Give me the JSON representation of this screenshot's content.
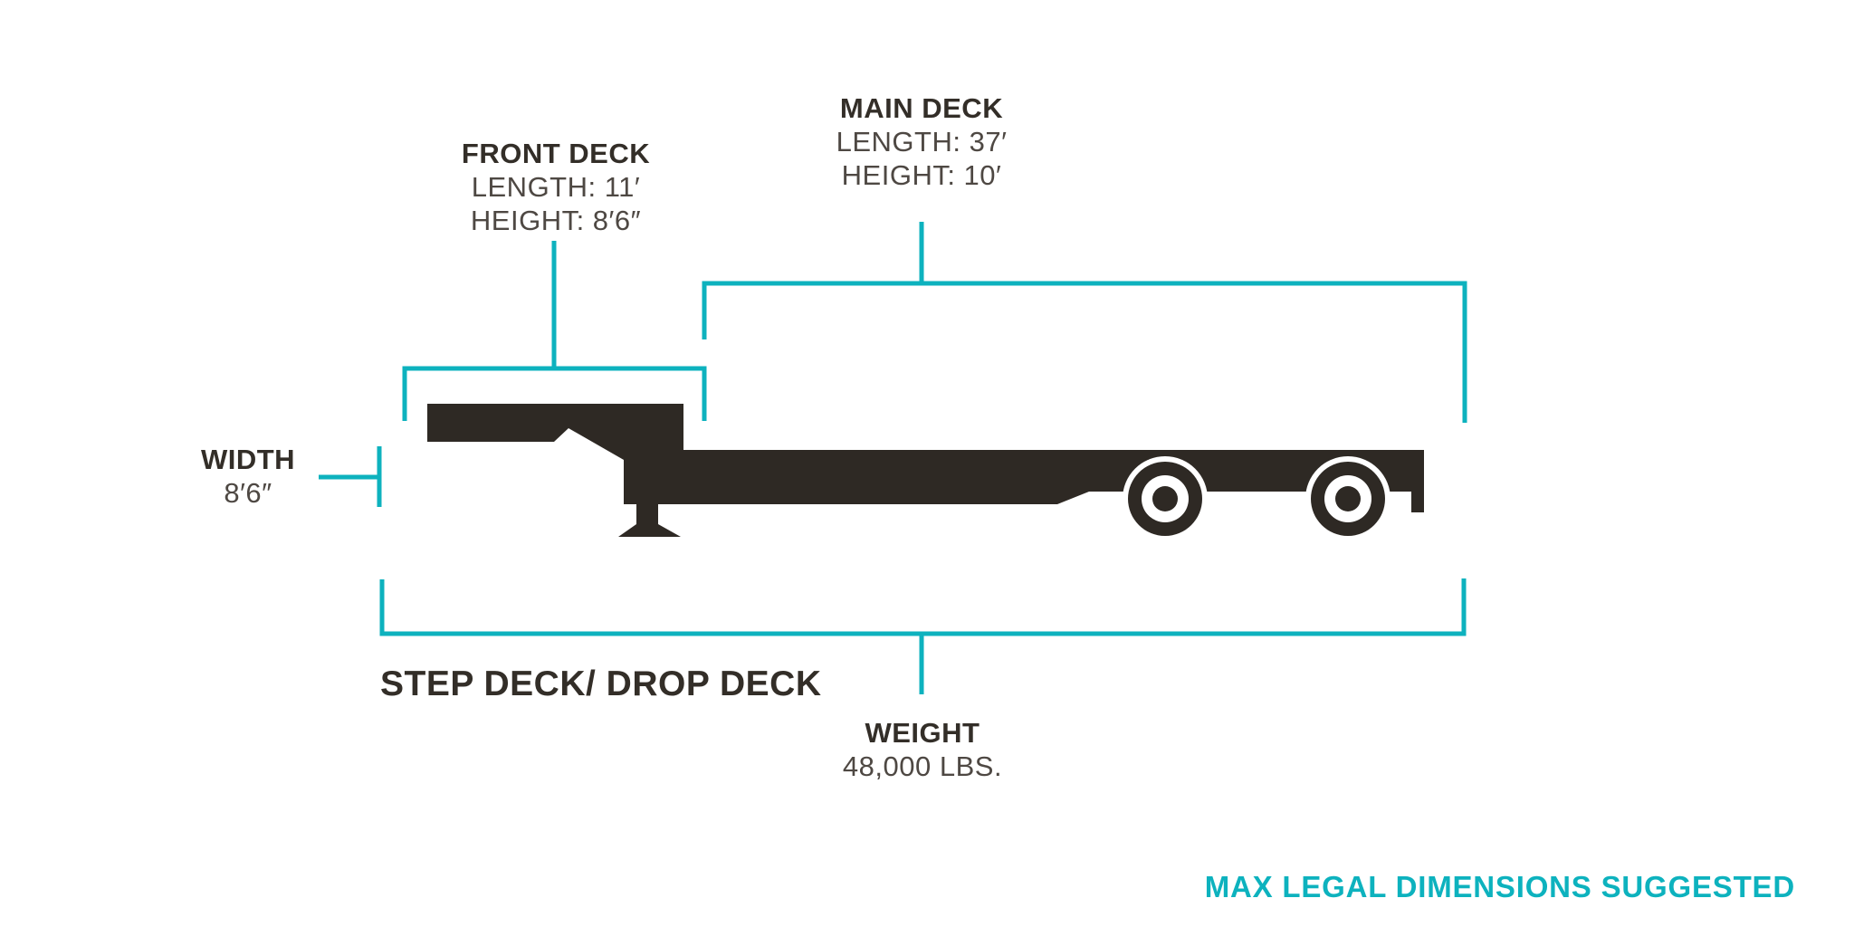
{
  "colors": {
    "accent_teal": "#0db2be",
    "trailer_body": "#2e2924",
    "label_text": "#4e4843",
    "title_text": "#332e28",
    "background": "#ffffff"
  },
  "diagram": {
    "title": "STEP DECK/ DROP DECK",
    "footer_note": "MAX LEGAL DIMENSIONS SUGGESTED",
    "trailer_icon": "step-deck-trailer-silhouette",
    "labels": {
      "front_deck": {
        "name": "FRONT DECK",
        "length": "LENGTH: 11′",
        "height": "HEIGHT: 8′6″"
      },
      "main_deck": {
        "name": "MAIN DECK",
        "length": "LENGTH: 37′",
        "height": "HEIGHT: 10′"
      },
      "width": {
        "name": "WIDTH",
        "value": "8′6″"
      },
      "weight": {
        "name": "WEIGHT",
        "value": "48,000 LBS."
      }
    }
  }
}
